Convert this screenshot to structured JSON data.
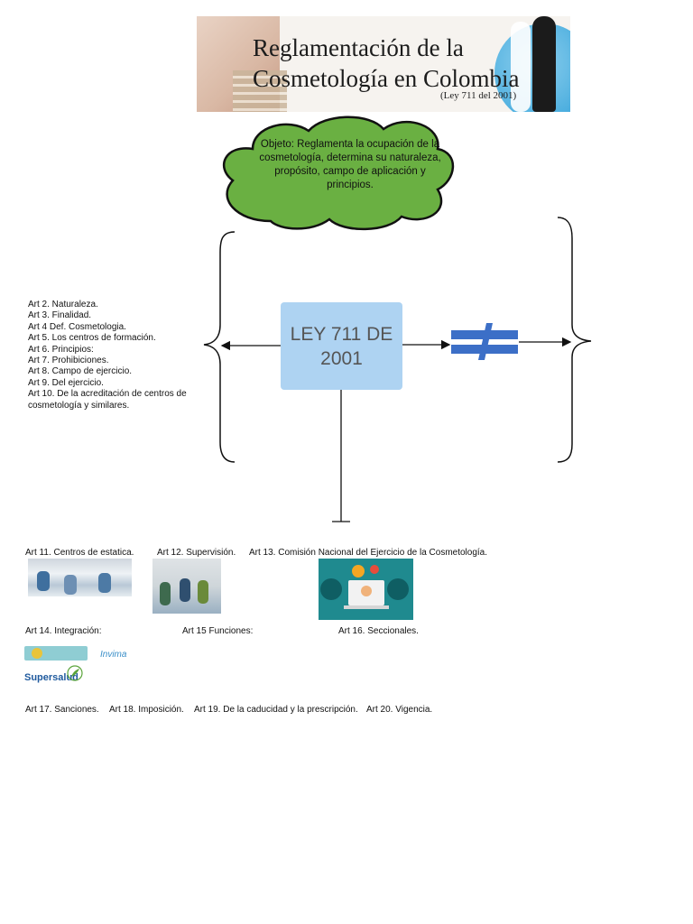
{
  "banner": {
    "title_line1": "Reglamentación de la",
    "title_line2": "Cosmetología en Colombia",
    "subtitle": "(Ley 711 del 2001)"
  },
  "cloud": {
    "text": "Objeto: Reglamenta la ocupación de la cosmetología, determina su naturaleza, propósito, campo de aplicación y principios.",
    "color": "#6ab042"
  },
  "ley_box": {
    "text": "LEY  711 DE 2001",
    "color": "#aed3f2"
  },
  "not_equal_color": "#3c6fc7",
  "left_articles": [
    "Art 2. Naturaleza.",
    "Art 3. Finalidad.",
    "Art 4 Def. Cosmetologia.",
    "Art 5. Los centros de formación.",
    "Art 6. Principios:",
    "Art 7. Prohibiciones.",
    "Art 8. Campo de ejercicio.",
    "Art 9. Del ejercicio.",
    "Art 10. De la acreditación de centros de cosmetología y similares."
  ],
  "row1": {
    "art11": "Art 11. Centros de estatica.",
    "art12": "Art 12. Supervisión.",
    "art13": "Art 13. Comisión Nacional del Ejercicio de la Cosmetología."
  },
  "row2": {
    "art14": "Art 14. Integración:",
    "art15": "Art 15 Funciones:",
    "art16": "Art 16. Seccionales."
  },
  "logos": {
    "invima": "Invima",
    "supersalud": "Supersalud"
  },
  "row3": {
    "art17": "Art 17. Sanciones.",
    "art18": "Art 18. Imposición.",
    "art19": "Art 19. De la caducidad y la prescripción.",
    "art20": "Art 20. Vigencia."
  }
}
